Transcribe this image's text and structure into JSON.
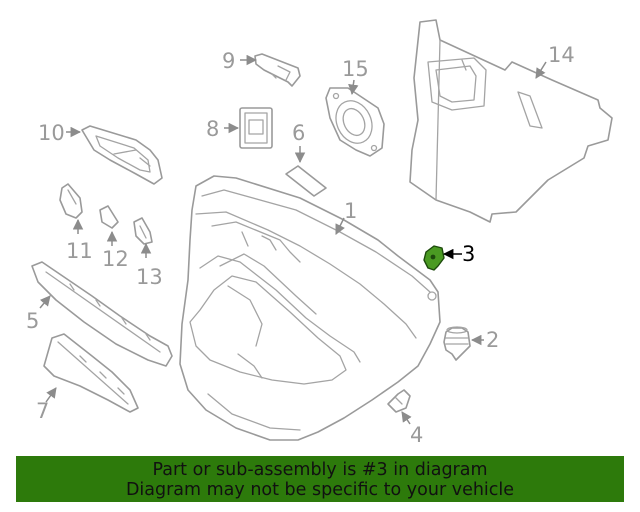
{
  "callouts": {
    "c1": "1",
    "c2": "2",
    "c3": "3",
    "c4": "4",
    "c5": "5",
    "c6": "6",
    "c7": "7",
    "c8": "8",
    "c9": "9",
    "c10": "10",
    "c11": "11",
    "c12": "12",
    "c13": "13",
    "c14": "14",
    "c15": "15"
  },
  "highlight": {
    "part_number": "3",
    "color": "#4a9a22"
  },
  "banner": {
    "line1": "Part or sub-assembly is #3 in diagram",
    "line2": "Diagram may not be specific to your vehicle",
    "color": "#2d7a0b"
  }
}
